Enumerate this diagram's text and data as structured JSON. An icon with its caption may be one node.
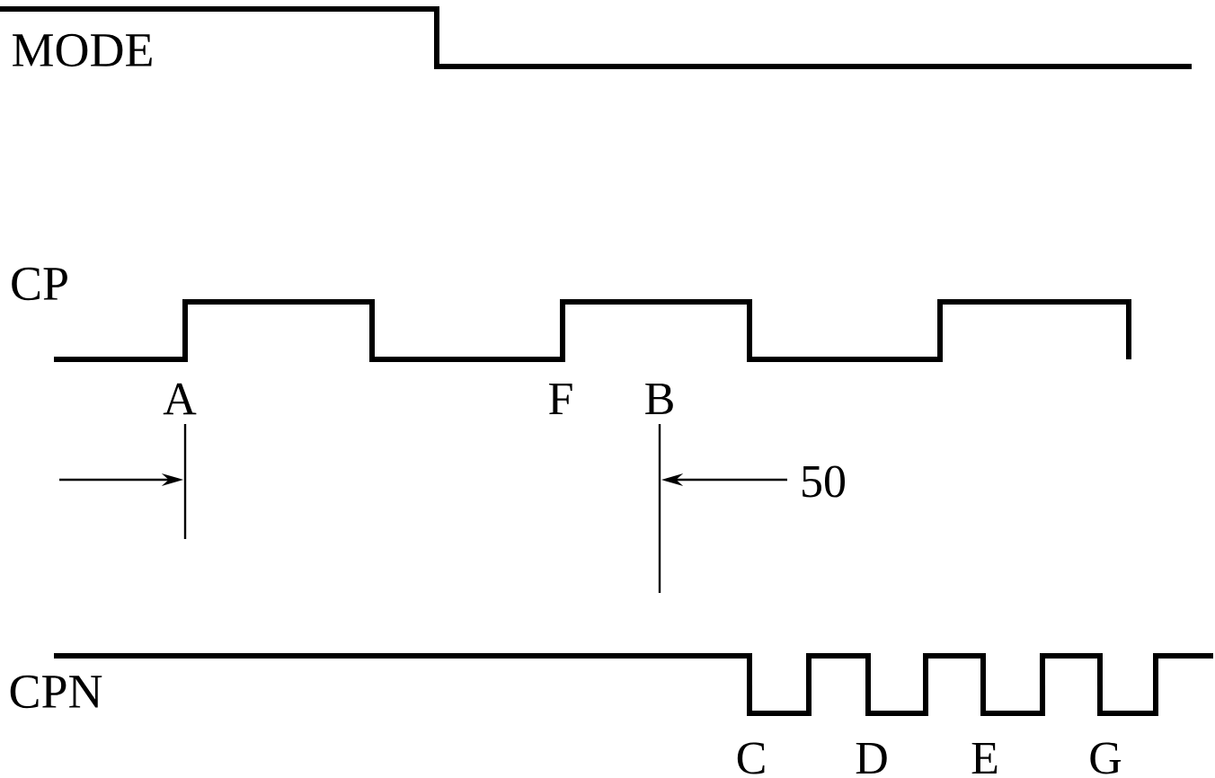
{
  "diagram": {
    "labels": [
      "MODE",
      "CP",
      "A",
      "F",
      "B",
      "50",
      "CPN",
      "C",
      "D",
      "E",
      "G"
    ]
  }
}
